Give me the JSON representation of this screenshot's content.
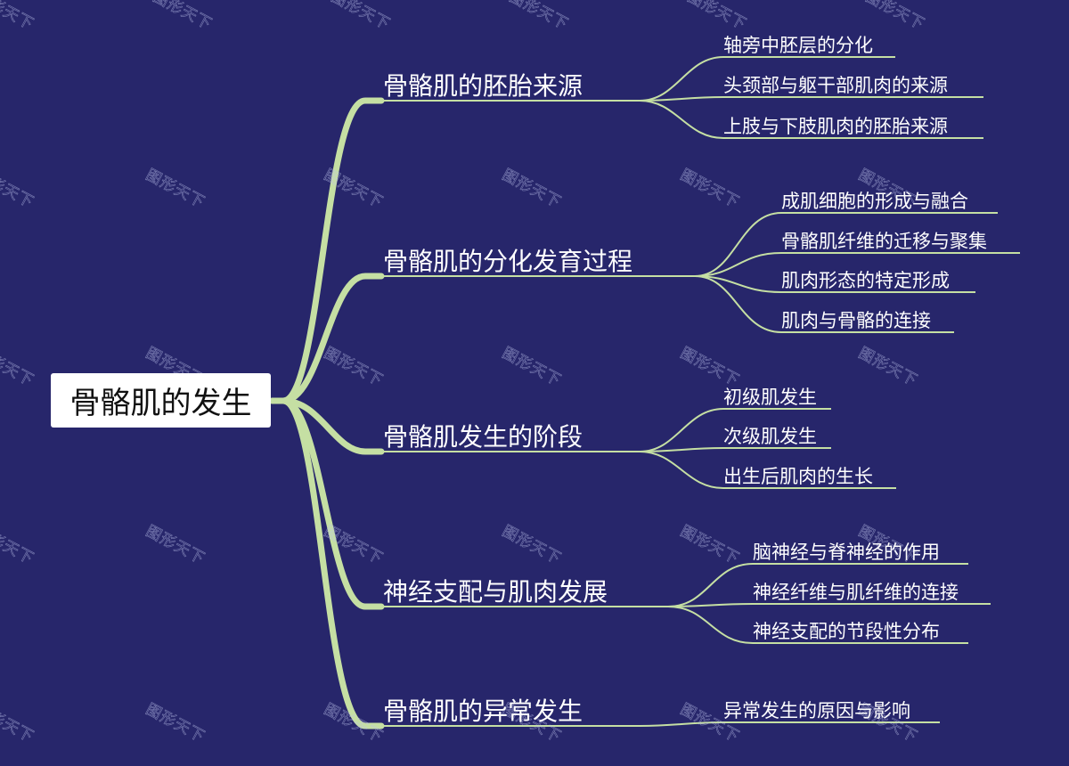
{
  "colors": {
    "background": "#27266b",
    "connector": "#c5dfa3",
    "root_bg": "#ffffff",
    "root_text": "#111111",
    "text": "#ffffff"
  },
  "watermark": "图形天下",
  "root": {
    "label": "骨骼肌的发生"
  },
  "branches": [
    {
      "label": "骨骼肌的胚胎来源",
      "children": [
        "轴旁中胚层的分化",
        "头颈部与躯干部肌肉的来源",
        "上肢与下肢肌肉的胚胎来源"
      ]
    },
    {
      "label": "骨骼肌的分化发育过程",
      "children": [
        "成肌细胞的形成与融合",
        "骨骼肌纤维的迁移与聚集",
        "肌肉形态的特定形成",
        "肌肉与骨骼的连接"
      ]
    },
    {
      "label": "骨骼肌发生的阶段",
      "children": [
        "初级肌发生",
        "次级肌发生",
        "出生后肌肉的生长"
      ]
    },
    {
      "label": "神经支配与肌肉发展",
      "children": [
        "脑神经与脊神经的作用",
        "神经纤维与肌纤维的连接",
        "神经支配的节段性分布"
      ]
    },
    {
      "label": "骨骼肌的异常发生",
      "children": [
        "异常发生的原因与影响"
      ]
    }
  ]
}
